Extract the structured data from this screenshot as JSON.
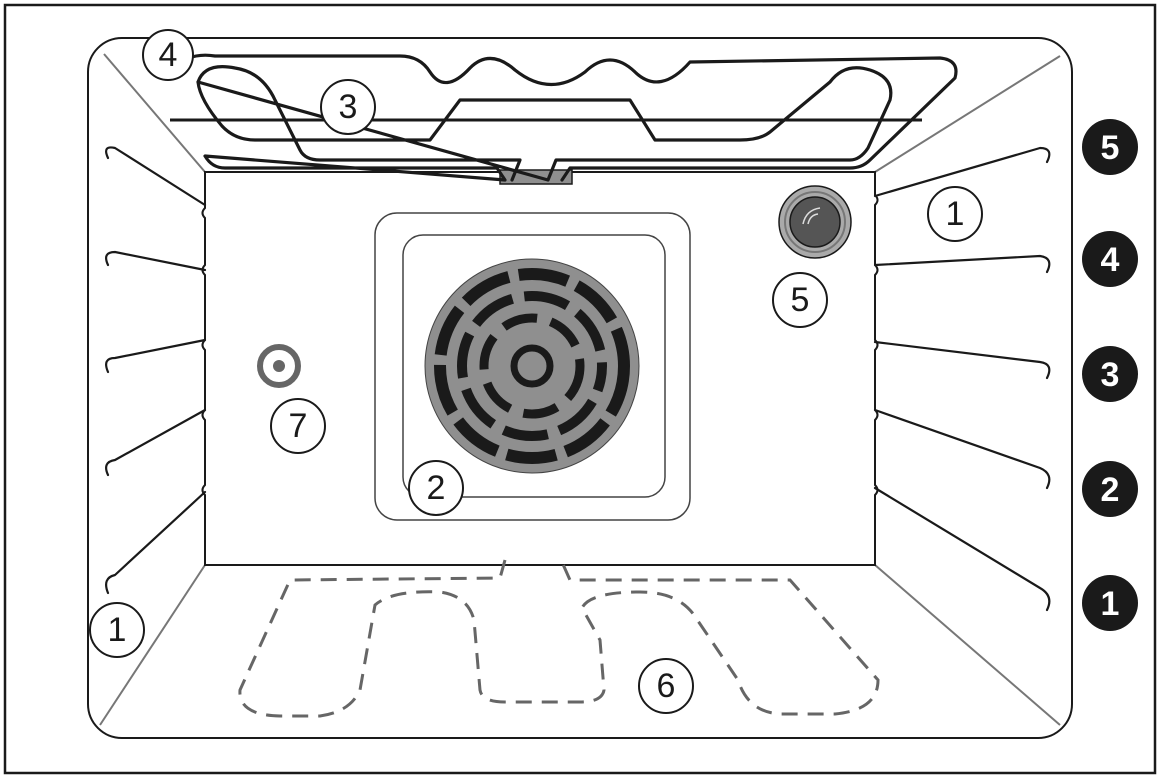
{
  "callouts": {
    "rack_support_left": "1",
    "fan": "2",
    "grill_element_inner": "3",
    "grill_element_outer": "4",
    "lamp": "5",
    "bottom_heating_element": "6",
    "temperature_sensor": "7",
    "rack_support_right": "1"
  },
  "shelf_levels": [
    "5",
    "4",
    "3",
    "2",
    "1"
  ],
  "colors": {
    "line": "#1a1a1a",
    "fan_fill": "#8f8f8f",
    "badge_fill": "#1a1a1a",
    "sensor_ring": "#666666",
    "lamp_fill": "#555555"
  }
}
